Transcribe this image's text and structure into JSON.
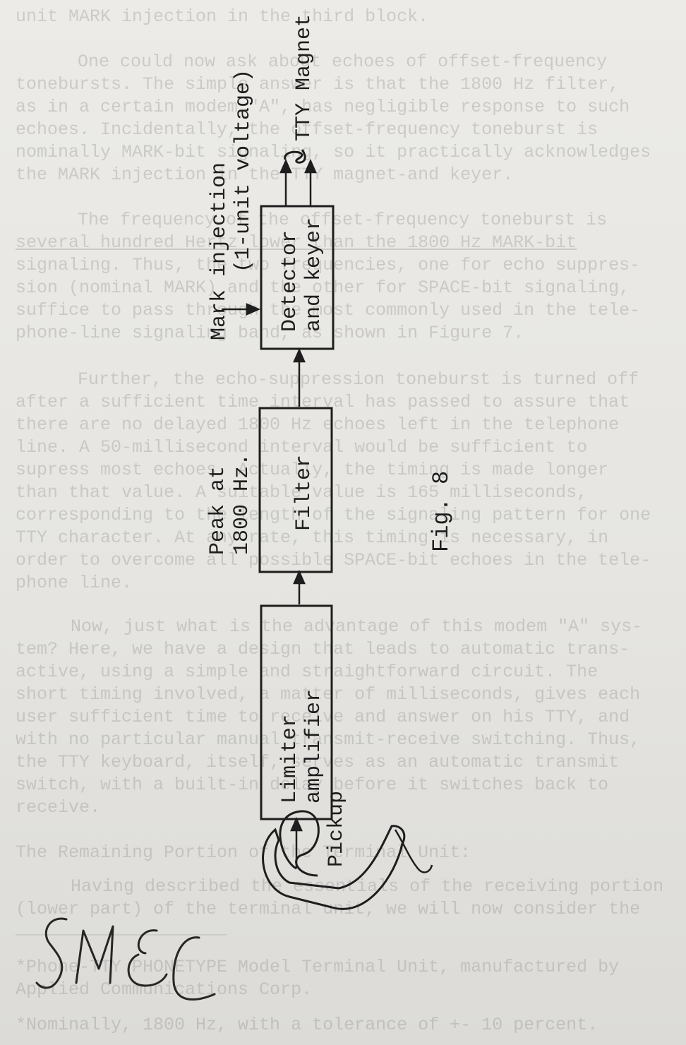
{
  "background_text": {
    "lines": [
      "unit MARK injection in the third block.",
      "One could now ask about echoes of offset-frequency",
      "tonebursts.  The simple answer is that the 1800 Hz filter,",
      "as in a certain modem \"A\", has negligible response to such",
      "echoes.  Incidentally, the offset-frequency toneburst is",
      "nominally MARK-bit signaling, so it practically acknowledges",
      "the MARK injection in the TTY magnet-and keyer.",
      "The frequency of the offset-frequency toneburst is",
      "several hundred Hertz lower than the 1800 Hz MARK-bit",
      "signaling.  Thus, the two frequencies, one for echo suppres-",
      "sion (nominal MARK) and the other for SPACE-bit signaling,",
      "suffice to pass through the most commonly used in the tele-",
      "phone-line signaling band, as shown in Figure 7.",
      "Further, the echo-suppression toneburst is turned off",
      "after a sufficient time interval has passed to assure that",
      "there are no delayed 1800 Hz echoes left in the telephone",
      "line.  A 50-millisecond interval would be sufficient to",
      "supress most echoes.  Actually, the timing is made longer",
      "than that value.  A suitable value is 165 milliseconds,",
      "corresponding to the length of the signaling pattern for one",
      "TTY character.  At any rate, this timing is necessary, in",
      "order to overcome all possible SPACE-bit echoes in the tele-",
      "phone line.",
      "Now, just what is the advantage of this modem \"A\" sys-",
      "tem?  Here, we have a design that leads to automatic trans-",
      "active, using a simple and straightforward circuit.  The",
      "short timing involved, a matter of milliseconds, gives each",
      "user sufficient time to receive and answer on his TTY, and",
      "with no particular manual transmit-receive switching.  Thus,",
      "the TTY keyboard, itself, serves as an automatic transmit",
      "switch, with a built-in delay before it switches back to",
      "receive.",
      "The Remaining Portion of the Terminal Unit:",
      "Having described the essentials of the receiving portion",
      "(lower part) of the terminal unit, we will now consider the",
      "____________________",
      "*Phone-TTY PHONETYPE Model Terminal Unit, manufactured by",
      "   Applied Communications Corp.",
      "*Nominally, 1800 Hz, with a tolerance of +- 10 percent."
    ]
  },
  "diagram": {
    "blocks": {
      "limiter": [
        "Limiter",
        "amplifier"
      ],
      "filter": [
        "Filter"
      ],
      "detector": [
        "Detector",
        "and keyer"
      ]
    },
    "labels": {
      "pickup": "Pickup",
      "peak": [
        "Peak at",
        "1800 Hz."
      ],
      "mark_injection": [
        "Mark injection",
        "(1-unit voltage)"
      ],
      "tty_magnet": "TTY Magnet",
      "fig": "Fig. 8"
    }
  },
  "signature": "SMEC"
}
